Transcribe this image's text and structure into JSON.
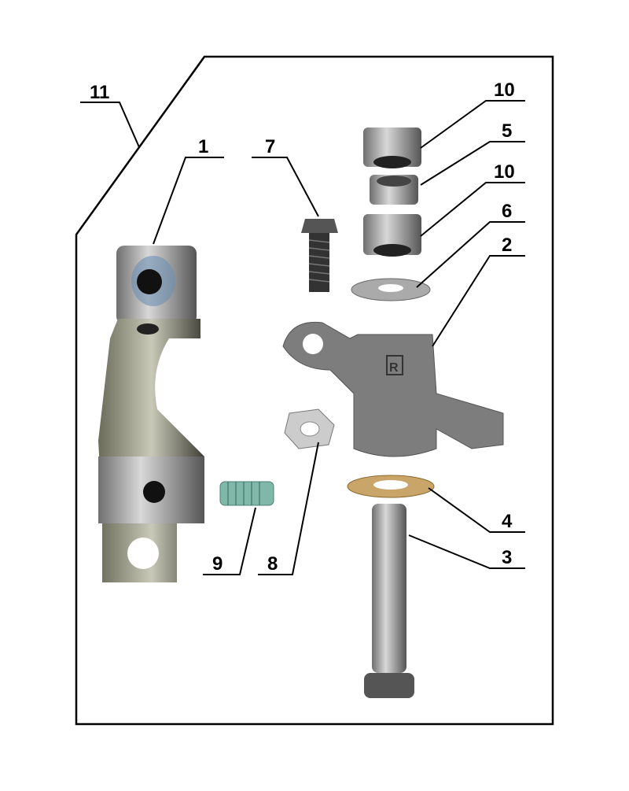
{
  "callouts": [
    {
      "id": "11",
      "label": "11"
    },
    {
      "id": "1",
      "label": "1"
    },
    {
      "id": "7",
      "label": "7"
    },
    {
      "id": "10a",
      "label": "10"
    },
    {
      "id": "5",
      "label": "5"
    },
    {
      "id": "10b",
      "label": "10"
    },
    {
      "id": "6",
      "label": "6"
    },
    {
      "id": "2",
      "label": "2"
    },
    {
      "id": "4",
      "label": "4"
    },
    {
      "id": "3",
      "label": "3"
    },
    {
      "id": "9",
      "label": "9"
    },
    {
      "id": "8",
      "label": "8"
    }
  ],
  "rocker_arm_mark": "R",
  "colors": {
    "line": "#000000",
    "metal": "#8a8a8a",
    "metal_dark": "#4a4a4a",
    "bronze": "#c9a56a",
    "thread_green": "#7fb8a8"
  }
}
